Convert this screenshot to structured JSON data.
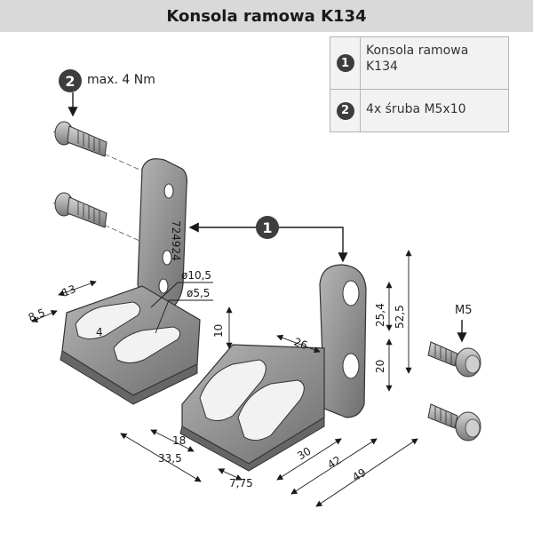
{
  "header": {
    "title": "Konsola ramowa K134"
  },
  "legend": {
    "items": [
      {
        "number": "1",
        "text": "Konsola ramowa K134"
      },
      {
        "number": "2",
        "text": "4x śruba M5x10"
      }
    ]
  },
  "callouts": {
    "screw_number": "2",
    "torque": "max. 4 Nm",
    "bracket_number": "1",
    "screw_size": "M5"
  },
  "part_marking": "724924",
  "dimensions": {
    "d13": "13",
    "d8_5": "8,5",
    "d4": "4",
    "d10_5": "ø10,5",
    "d5_5": "ø5,5",
    "d10": "10",
    "d26": "26",
    "d25_4": "25,4",
    "d52_5": "52,5",
    "d20": "20",
    "d18": "18",
    "d33_5": "33,5",
    "d7_75": "7,75",
    "d30": "30",
    "d42": "42",
    "d49": "49"
  },
  "colors": {
    "header_bg": "#d9d9d9",
    "badge": "#3d3d3d",
    "part": "#8c8c8c"
  }
}
